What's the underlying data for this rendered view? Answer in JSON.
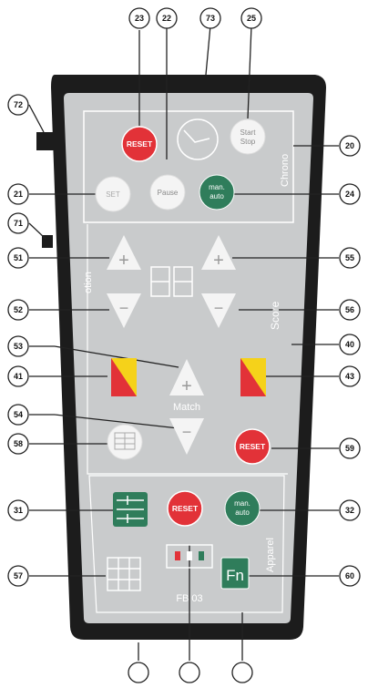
{
  "callouts": {
    "c23": "23",
    "c22": "22",
    "c73": "73",
    "c25": "25",
    "c72": "72",
    "c20": "20",
    "c21": "21",
    "c24": "24",
    "c71": "71",
    "c51": "51",
    "c55": "55",
    "c52": "52",
    "c56": "56",
    "c53": "53",
    "c40": "40",
    "c41": "41",
    "c43": "43",
    "c54": "54",
    "c58": "58",
    "c59": "59",
    "c31": "31",
    "c32": "32",
    "c57": "57",
    "c60": "60"
  },
  "chrono": {
    "reset_label": "RESET",
    "pause_label": "Pause",
    "start_stop_line1": "Start",
    "start_stop_line2": "Stop",
    "set_label": "SET",
    "man_auto_line1": "man.",
    "man_auto_line2": "auto",
    "section_label": "Chrono"
  },
  "score": {
    "left_section_label": "otion",
    "right_section_label": "Score",
    "plus": "+",
    "minus": "−",
    "match_label": "Match",
    "reset_label": "RESET"
  },
  "apparel": {
    "reset_label": "RESET",
    "man_auto_line1": "man.",
    "man_auto_line2": "auto",
    "section_label": "Apparel",
    "fn_label": "Fn",
    "model_label": "FB 03"
  },
  "colors": {
    "body": "#1c1c1c",
    "panel": "#c9cbcc",
    "red": "#e23238",
    "green": "#2f7d5b",
    "white_button": "#f4f4f4",
    "yellow": "#f5d21a"
  }
}
